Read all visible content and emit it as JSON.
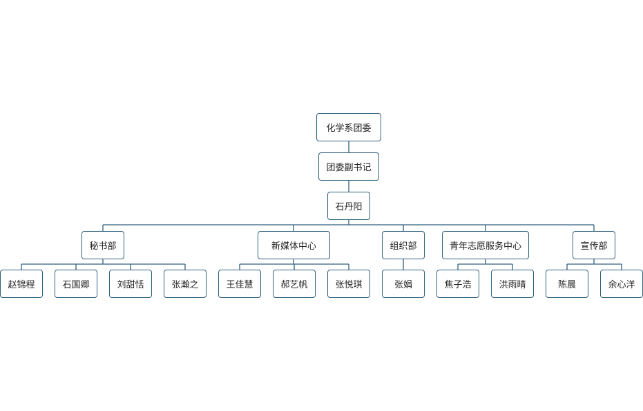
{
  "colors": {
    "border": "#2e5f7e",
    "line": "#2e5f7e",
    "text": "#222222",
    "background": "#ffffff"
  },
  "org": {
    "root": "化学系团委",
    "deputy_title": "团委副书记",
    "deputy_name": "石丹阳",
    "departments": [
      {
        "name": "秘书部",
        "members": [
          "赵锦程",
          "石国卿",
          "刘甜恬",
          "张瀚之"
        ]
      },
      {
        "name": "新媒体中心",
        "members": [
          "王佳慧",
          "郝艺帆",
          "张悦琪"
        ]
      },
      {
        "name": "组织部",
        "members": [
          "张娟"
        ]
      },
      {
        "name": "青年志愿服务中心",
        "members": [
          "焦子浩",
          "洪雨晴"
        ]
      },
      {
        "name": "宣传部",
        "members": [
          "陈晨",
          "余心洋"
        ]
      }
    ]
  }
}
